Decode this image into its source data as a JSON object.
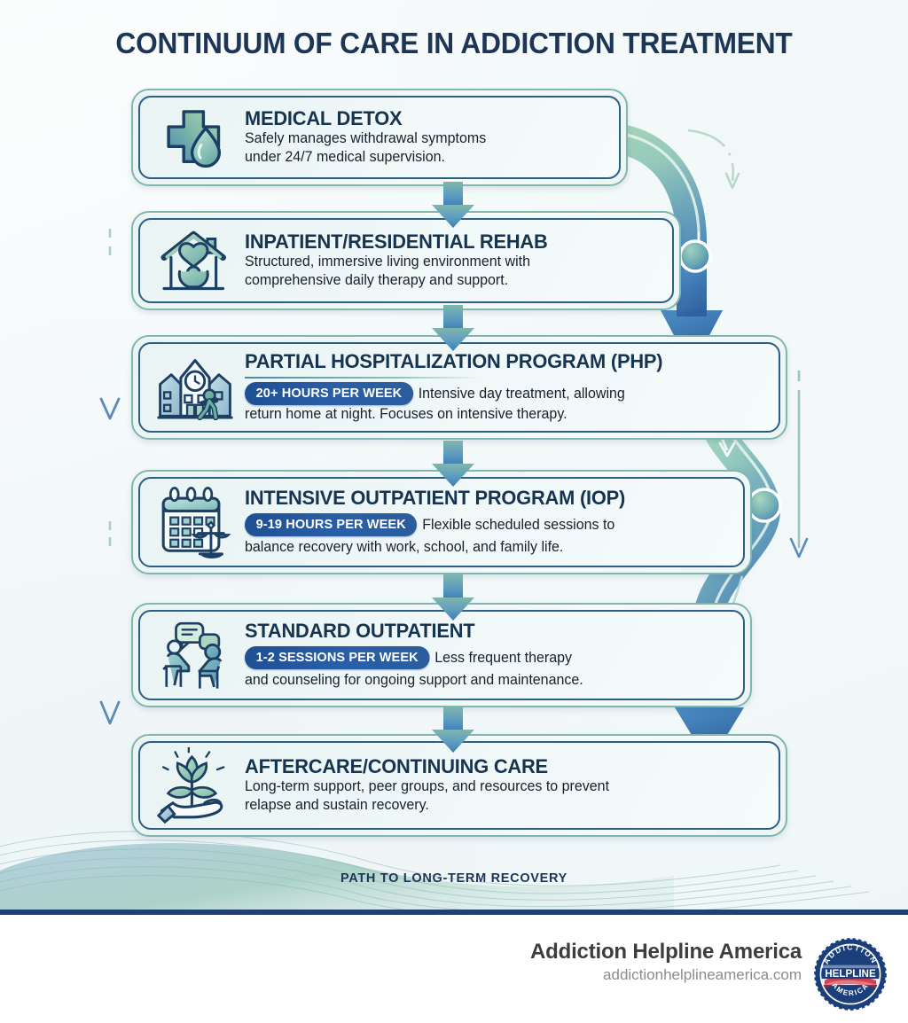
{
  "title": "CONTINUUM OF CARE IN ADDICTION TREATMENT",
  "path_caption": "PATH TO LONG-TERM RECOVERY",
  "colors": {
    "title": "#1d3557",
    "card_border_outer": "#7fb6b0",
    "card_border_inner": "#2c5f86",
    "badge_blue": "#2a5fa8",
    "arrow_blue": "#2f6eae",
    "arrow_green": "#8fc6ae",
    "divider_navy": "#1f3f78",
    "background": "#f4f9fa"
  },
  "steps": [
    {
      "id": "medical-detox",
      "icon": "medical-cross-droplet-icon",
      "title": "MEDICAL DETOX",
      "badge": "",
      "desc_lines": [
        "Safely manages withdrawal symptoms",
        "under 24/7 medical supervision."
      ]
    },
    {
      "id": "inpatient-residential-rehab",
      "icon": "house-heart-person-icon",
      "title": "INPATIENT/RESIDENTIAL REHAB",
      "badge": "",
      "desc_lines": [
        "Structured, immersive living environment with",
        "comprehensive daily therapy and support."
      ]
    },
    {
      "id": "partial-hospitalization-program",
      "icon": "hospital-clock-walking-person-icon",
      "title": "PARTIAL HOSPITALIZATION PROGRAM (PHP)",
      "badge": "20+ HOURS PER WEEK",
      "desc_lines": [
        "Intensive day treatment, allowing",
        "return home at night. Focuses on intensive therapy."
      ]
    },
    {
      "id": "intensive-outpatient-program",
      "icon": "calendar-scales-icon",
      "title": "INTENSIVE OUTPATIENT PROGRAM (IOP)",
      "badge": "9-19 HOURS PER WEEK",
      "desc_lines": [
        "Flexible scheduled sessions to",
        "balance recovery with work, school, and family life."
      ]
    },
    {
      "id": "standard-outpatient",
      "icon": "two-people-talking-icon",
      "title": "STANDARD OUTPATIENT",
      "badge": "1-2 SESSIONS PER WEEK",
      "desc_lines": [
        "Less frequent therapy",
        "and counseling for ongoing support and maintenance."
      ]
    },
    {
      "id": "aftercare-continuing-care",
      "icon": "hand-plant-growth-icon",
      "title": "AFTERCARE/CONTINUING CARE",
      "badge": "",
      "desc_lines": [
        "Long-term support, peer groups, and resources to prevent",
        "relapse and sustain recovery."
      ]
    }
  ],
  "footer": {
    "brand_name": "Addiction Helpline America",
    "brand_url": "addictionhelplineamerica.com",
    "logo": {
      "name": "addiction-helpline-america-seal-logo",
      "top_text": "ADDICTION",
      "center_text": "HELPLINE",
      "bottom_text": "AMERICA"
    }
  }
}
